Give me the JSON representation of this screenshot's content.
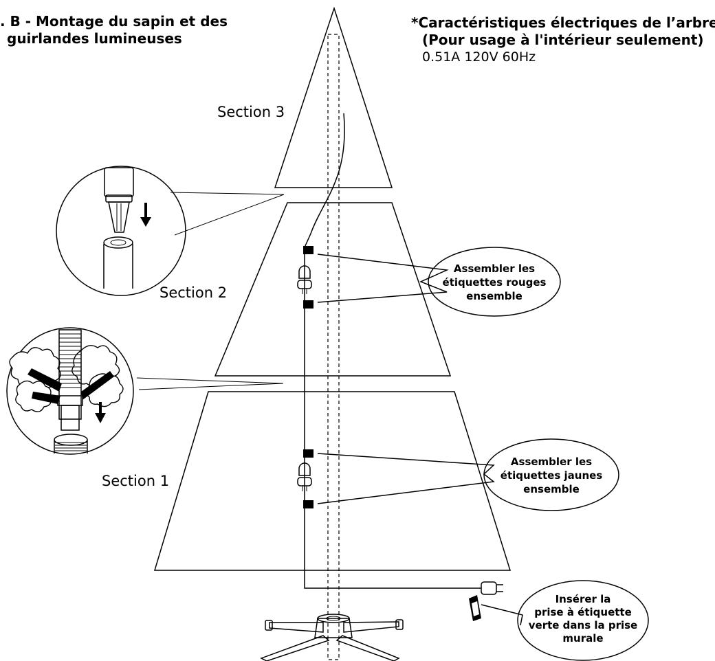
{
  "header": {
    "title_line1": ". B - Montage du sapin et des",
    "title_line2": "guirlandes lumineuses"
  },
  "specs": {
    "line1": "*Caractéristiques électriques de l’arbre",
    "line2": "(Pour usage à l'intérieur seulement)",
    "line3": "0.51A 120V 60Hz"
  },
  "sections": {
    "s3": "Section 3",
    "s2": "Section 2",
    "s1": "Section 1"
  },
  "callouts": {
    "red": [
      "Assembler les",
      "étiquettes rouges",
      "ensemble"
    ],
    "yellow": [
      "Assembler les",
      "étiquettes jaunes",
      "ensemble"
    ],
    "green": [
      "Insérer la",
      "prise à étiquette",
      "verte dans la prise",
      "murale"
    ]
  }
}
